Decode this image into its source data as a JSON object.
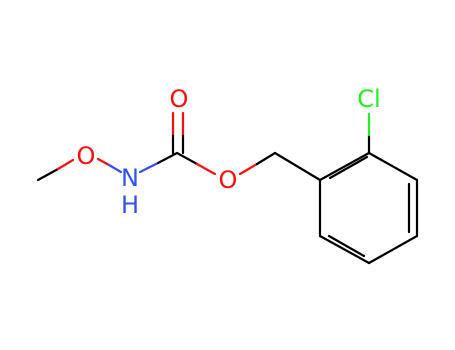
{
  "colors": {
    "bond": "#000000",
    "oxygen": "#ff0d0d",
    "nitrogen": "#3050f8",
    "chlorine": "#1ff01f"
  },
  "atoms": {
    "oxygen_methoxy": "O",
    "nitrogen": "N",
    "hydrogen": "H",
    "oxygen_carbonyl": "O",
    "oxygen_ester": "O",
    "chlorine": "Cl"
  }
}
